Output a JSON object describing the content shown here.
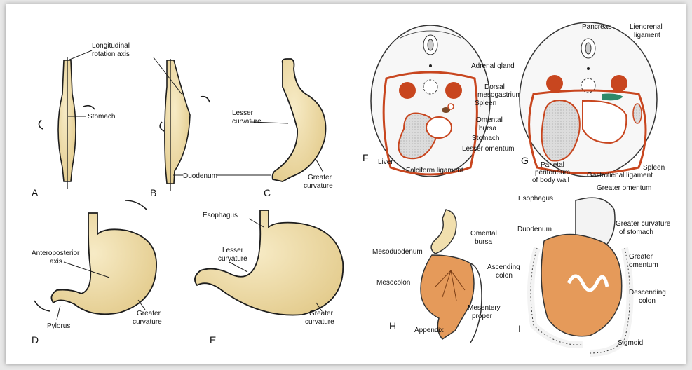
{
  "panels": {
    "A": "A",
    "B": "B",
    "C": "C",
    "D": "D",
    "E": "E",
    "F": "F",
    "G": "G",
    "H": "H",
    "I": "I"
  },
  "labels": {
    "longitudinal_axis": [
      "Longitudinal",
      "rotation axis"
    ],
    "stomach": "Stomach",
    "duodenum": "Duodenum",
    "lesser_curvature": [
      "Lesser",
      "curvature"
    ],
    "greater_curvature": [
      "Greater",
      "curvature"
    ],
    "anteroposterior_axis": [
      "Anteroposterior",
      "axis"
    ],
    "pylorus": "Pylorus",
    "esophagus": "Esophagus",
    "adrenal_gland": "Adrenal gland",
    "dorsal_mesogastrium": [
      "Dorsal",
      "mesogastrium"
    ],
    "spleen": "Spleen",
    "omental_bursa": [
      "Omental",
      "bursa"
    ],
    "stomach_f": "Stomach",
    "lesser_omentum": "Lesser omentum",
    "liver": "Liver",
    "falciform_ligament": "Falciform ligament",
    "pancreas": "Pancreas",
    "lienorenal_ligament": [
      "Lienorenal",
      "ligament"
    ],
    "parietal_peritoneum": [
      "Parietal",
      "peritoneum",
      "of body wall"
    ],
    "gastrolienal_ligament": "Gastrolienal ligament",
    "spleen_g": "Spleen",
    "greater_omentum": "Greater omentum",
    "omental_bursa_h": [
      "Omental",
      "bursa"
    ],
    "mesoduodenum": "Mesoduodenum",
    "mesocolon": "Mesocolon",
    "mesentery_proper": [
      "Mesentery",
      "proper"
    ],
    "appendix": "Appendix",
    "esophagus_i": "Esophagus",
    "duodenum_i": "Duodenum",
    "greater_curvature_stomach": [
      "Greater curvature",
      "of stomach"
    ],
    "greater_omentum_i": [
      "Greater",
      "omentum"
    ],
    "ascending_colon": [
      "Ascending",
      "colon"
    ],
    "descending_colon": [
      "Descending",
      "colon"
    ],
    "sigmoid": "Sigmoid"
  },
  "colors": {
    "stomach_fill": "#f1dfae",
    "stomach_stroke": "#1d1d1d",
    "peritoneum_red": "#c8461f",
    "mesentery_orange": "#e59a5a",
    "organ_grey": "#cfcfcf",
    "pancreas_green": "#2e8a6a"
  }
}
